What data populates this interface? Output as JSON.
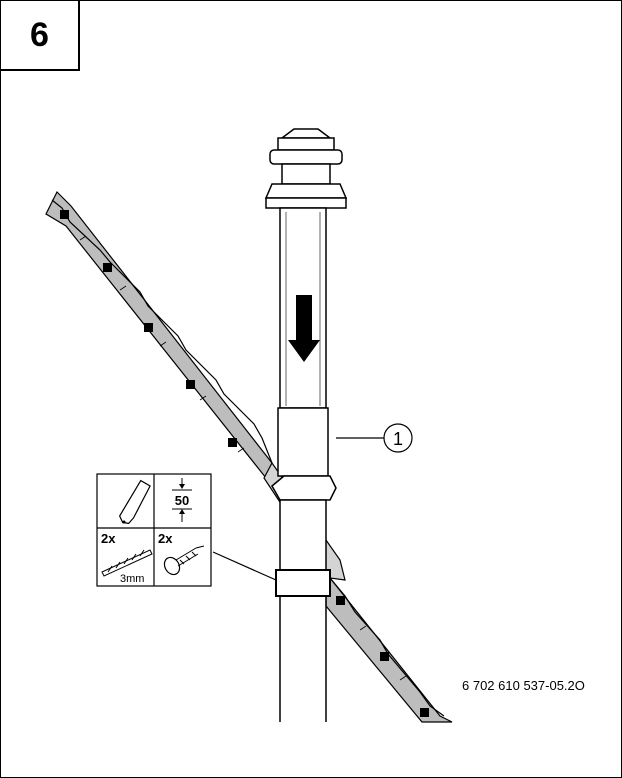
{
  "step_number": "6",
  "callout_number": "1",
  "parts_table": {
    "distance_value": "50",
    "drill_count": "2x",
    "drill_size": "3mm",
    "screw_count": "2x"
  },
  "icons": [
    "grease-tube-icon",
    "distance-marker-icon",
    "drill-bit-icon",
    "screw-dowel-icon",
    "down-arrow-icon"
  ],
  "document_code": "6 702 610 537-05.2O"
}
